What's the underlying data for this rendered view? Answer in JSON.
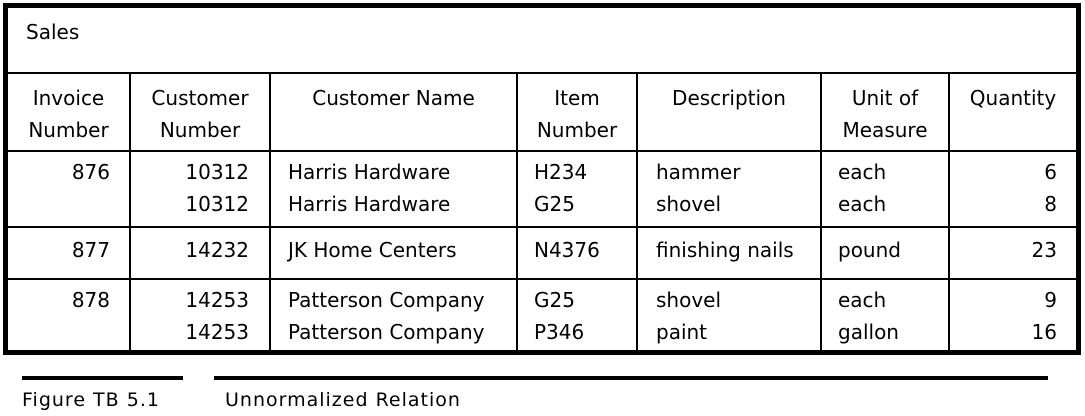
{
  "table": {
    "title": "Sales",
    "headers": {
      "invoice": [
        "Invoice",
        "Number"
      ],
      "customer_number": [
        "Customer",
        "Number"
      ],
      "customer_name": [
        "Customer Name"
      ],
      "item_number": [
        "Item",
        "Number"
      ],
      "description": [
        "Description"
      ],
      "unit": [
        "Unit of",
        "Measure"
      ],
      "quantity": [
        "Quantity"
      ]
    },
    "groups": [
      {
        "invoice": "876",
        "lines": [
          {
            "customer_number": "10312",
            "customer_name": "Harris Hardware",
            "item_number": "H234",
            "description": "hammer",
            "unit": "each",
            "quantity": "6"
          },
          {
            "customer_number": "10312",
            "customer_name": "Harris Hardware",
            "item_number": "G25",
            "description": "shovel",
            "unit": "each",
            "quantity": "8"
          }
        ]
      },
      {
        "invoice": "877",
        "lines": [
          {
            "customer_number": "14232",
            "customer_name": "JK Home Centers",
            "item_number": "N4376",
            "description": "finishing nails",
            "unit": "pound",
            "quantity": "23"
          }
        ]
      },
      {
        "invoice": "878",
        "lines": [
          {
            "customer_number": "14253",
            "customer_name": "Patterson Company",
            "item_number": "G25",
            "description": "shovel",
            "unit": "each",
            "quantity": "9"
          },
          {
            "customer_number": "14253",
            "customer_name": "Patterson Company",
            "item_number": "P346",
            "description": "paint",
            "unit": "gallon",
            "quantity": "16"
          }
        ]
      }
    ]
  },
  "figure": {
    "label": "Figure TB 5.1",
    "caption": "Unnormalized Relation"
  }
}
